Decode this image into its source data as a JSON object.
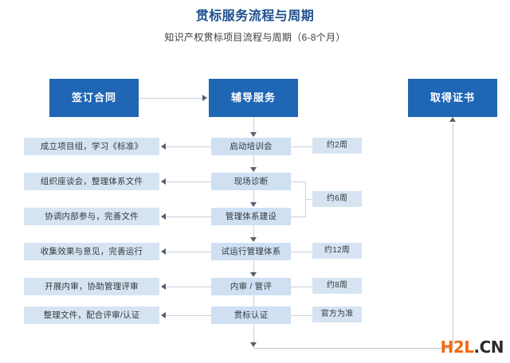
{
  "header": {
    "title": "贯标服务流程与周期",
    "subtitle": "知识产权贯标项目流程与周期（6-8个月）"
  },
  "phases": [
    {
      "label": "签订合同"
    },
    {
      "label": "辅导服务"
    },
    {
      "label": "取得证书"
    }
  ],
  "rows": [
    {
      "left": "成立项目组，学习《标准》",
      "middle": "启动培训会",
      "duration": "约2周"
    },
    {
      "left": "组织座谈会，整理体系文件",
      "middle": "现场诊断",
      "duration": "约6周"
    },
    {
      "left": "协调内部参与，完善文件",
      "middle": "管理体系建设",
      "duration": ""
    },
    {
      "left": "收集效果与意见，完善运行",
      "middle": "试运行管理体系",
      "duration": "约12周"
    },
    {
      "left": "开展内审，协助管理评审",
      "middle": "内审 / 管评",
      "duration": "约8周"
    },
    {
      "left": "整理文件，配合评审/认证",
      "middle": "贯标认证",
      "duration": "官方为准"
    }
  ],
  "watermark": {
    "brand": "H2L",
    "tld": ".CN"
  },
  "colors": {
    "header_box": "#1f66b5",
    "step_box": "#d6e4f2",
    "title": "#1b4f8c",
    "connector": "#c9d3dd",
    "watermark_brand": "#f06a12",
    "watermark_tld": "#2b2b2b"
  }
}
